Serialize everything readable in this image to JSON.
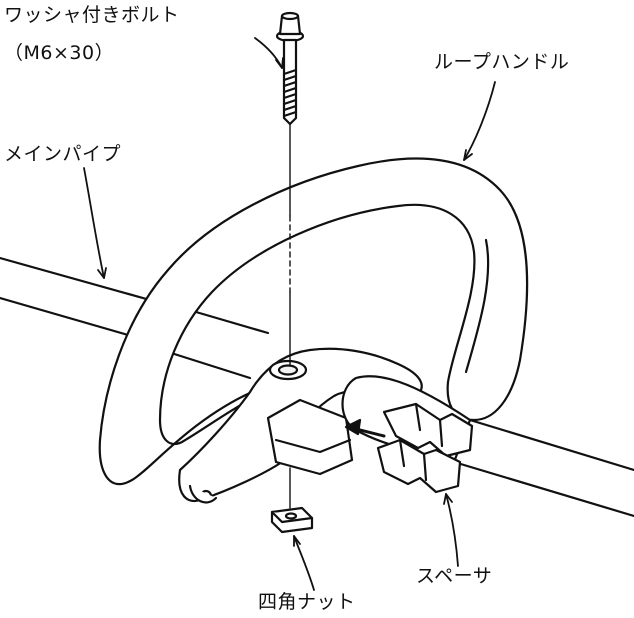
{
  "labels": {
    "bolt": "ワッシャ付きボルト",
    "bolt_spec": "（M6×30）",
    "loop_handle": "ループハンドル",
    "main_pipe": "メインパイプ",
    "spacer": "スペーサ",
    "square_nut": "四角ナット"
  }
}
